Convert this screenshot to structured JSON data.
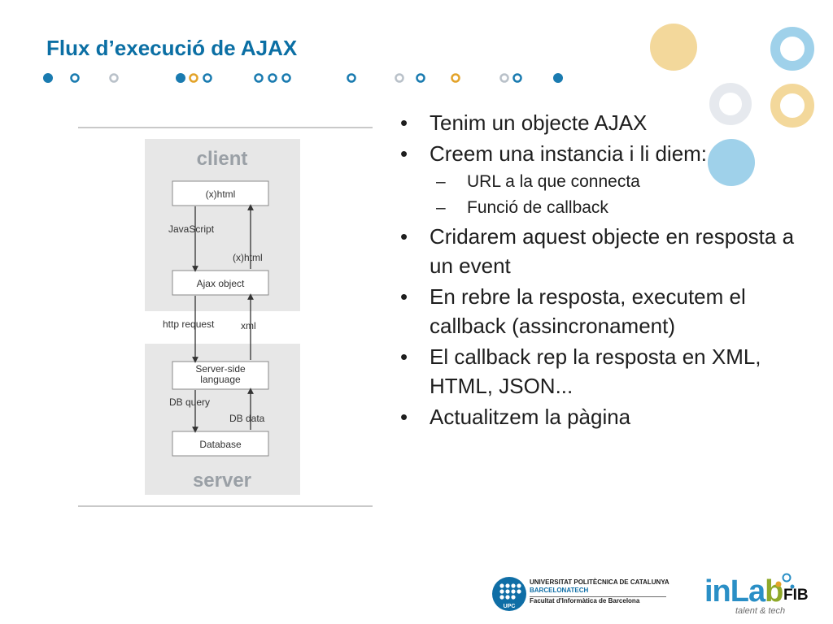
{
  "slide": {
    "title": "Flux d’execució de AJAX"
  },
  "diagram": {
    "top_label": "client",
    "bottom_label": "server",
    "boxes": [
      "(x)html",
      "Ajax object",
      "Server-side language",
      "Database"
    ],
    "arrow_labels": {
      "down_1": "JavaScript",
      "up_1": "(x)html",
      "down_2": "http request",
      "up_2": "xml",
      "down_3": "DB query",
      "up_3": "DB data"
    }
  },
  "bullets": [
    {
      "level": 1,
      "text": "Tenim un objecte AJAX"
    },
    {
      "level": 1,
      "text": "Creem una instancia i li diem:"
    },
    {
      "level": 2,
      "text": "URL a la que connecta"
    },
    {
      "level": 2,
      "text": "Funció de callback"
    },
    {
      "level": 1,
      "text": "Cridarem aquest objecte en resposta a un event"
    },
    {
      "level": 1,
      "text": "En rebre la resposta, executem el callback (assincronament)"
    },
    {
      "level": 1,
      "text": "El callback rep la resposta en XML, HTML, JSON..."
    },
    {
      "level": 1,
      "text": "Actualitzem la pàgina"
    }
  ],
  "footer": {
    "upc_name": "UNIVERSITAT POLITÈCNICA DE CATALUNYA",
    "upc_sub": "BARCELONATECH",
    "upc_faculty": "Facultat d'Informàtica de Barcelona",
    "upc_badge": "UPC",
    "inlab_word_a": "inLa",
    "inlab_word_b": "b",
    "fib": "FIB",
    "tagline": "talent & tech"
  },
  "colors": {
    "title": "#0b6fa4",
    "dot_blue": "#1a7bb0",
    "dot_gray": "#b9c1c9",
    "dot_orange": "#e3a32a",
    "circle_yellow": "#f3d89b",
    "circle_blue": "#9fd1ea",
    "circle_gray": "#e6e9ee",
    "diagram_panel": "#e7e7e7"
  }
}
